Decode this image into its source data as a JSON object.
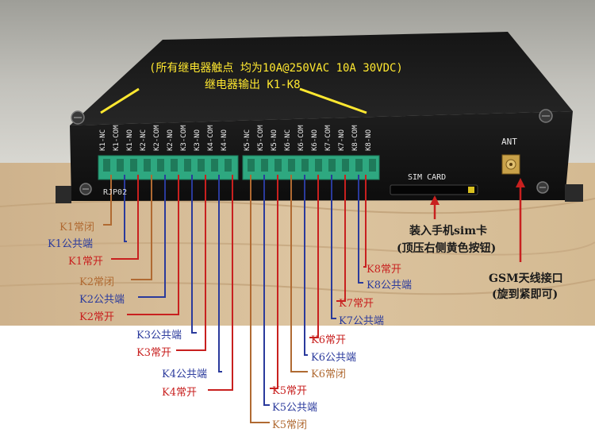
{
  "header": {
    "line1": "(所有继电器触点 均为10A@250VAC 10A 30VDC)",
    "line2": "继电器输出 K1-K8"
  },
  "device": {
    "pin_labels_left": [
      "K1-NC",
      "K1-COM",
      "K1-NO",
      "K2-NC",
      "K2-COM",
      "K2-NO",
      "K3-COM",
      "K3-NO",
      "K4-COM",
      "K4-NO"
    ],
    "pin_labels_right": [
      "K5-NC",
      "K5-COM",
      "K5-NO",
      "K6-NC",
      "K6-COM",
      "K6-NO",
      "K7-COM",
      "K7-NO",
      "K8-COM",
      "K8-NO"
    ],
    "sim_label": "SIM CARD",
    "ant_label": "ANT",
    "model": "RJP02"
  },
  "annotations": {
    "sim": [
      "装入手机sim卡",
      "(顶压右侧黄色按钮)"
    ],
    "gsm": [
      "GSM天线接口",
      "(旋到紧即可)"
    ]
  },
  "labels": [
    {
      "text": "K1常闭",
      "color": "#b06a32"
    },
    {
      "text": "K1公共端",
      "color": "#2a3a9c"
    },
    {
      "text": "K1常开",
      "color": "#c8201f"
    },
    {
      "text": "K2常闭",
      "color": "#b06a32"
    },
    {
      "text": "K2公共端",
      "color": "#2a3a9c"
    },
    {
      "text": "K2常开",
      "color": "#c8201f"
    },
    {
      "text": "K3公共端",
      "color": "#2a3a9c"
    },
    {
      "text": "K3常开",
      "color": "#c8201f"
    },
    {
      "text": "K4公共端",
      "color": "#2a3a9c"
    },
    {
      "text": "K4常开",
      "color": "#c8201f"
    },
    {
      "text": "K5常开",
      "color": "#c8201f"
    },
    {
      "text": "K5公共端",
      "color": "#2a3a9c"
    },
    {
      "text": "K5常闭",
      "color": "#b06a32"
    },
    {
      "text": "K6常开",
      "color": "#c8201f"
    },
    {
      "text": "K6公共端",
      "color": "#2a3a9c"
    },
    {
      "text": "K6常闭",
      "color": "#b06a32"
    },
    {
      "text": "K7常开",
      "color": "#c8201f"
    },
    {
      "text": "K7公共端",
      "color": "#2a3a9c"
    },
    {
      "text": "K8常开",
      "color": "#c8201f"
    },
    {
      "text": "K8公共端",
      "color": "#2a3a9c"
    }
  ],
  "colors": {
    "nc_line": "#b06a32",
    "com_line": "#2a3a9c",
    "no_line": "#c8201f",
    "terminal": "#2ea880",
    "header_text": "#ffe830"
  }
}
